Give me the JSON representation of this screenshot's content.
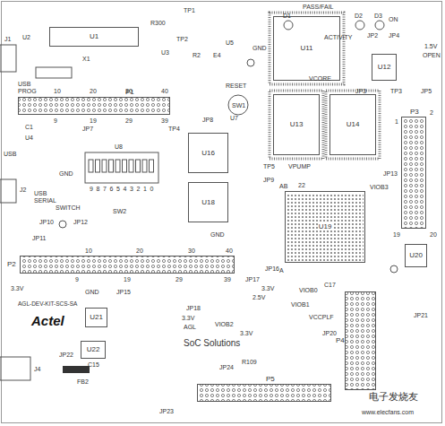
{
  "diagram": {
    "nodes": [
      {
        "text": [
          "U1"
        ]
      },
      {
        "text": [
          "U11"
        ]
      },
      {
        "text": [
          "U13"
        ]
      },
      {
        "text": [
          "U14"
        ]
      },
      {
        "text": [
          "U16"
        ]
      },
      {
        "text": [
          "U18"
        ]
      },
      {
        "text": [
          "U19"
        ]
      },
      {
        "text": [
          "U12"
        ]
      },
      {
        "text": [
          "U20"
        ]
      },
      {
        "text": [
          "U21"
        ]
      },
      {
        "text": [
          "U22"
        ]
      },
      {
        "text": [
          "P1"
        ]
      },
      {
        "text": [
          "P2"
        ]
      },
      {
        "text": [
          "P3"
        ]
      },
      {
        "text": [
          "P4"
        ]
      },
      {
        "text": [
          "P5"
        ]
      }
    ],
    "labels": [
      "J1",
      "U2",
      "R300",
      "TP1",
      "TP2",
      "U3",
      "R2",
      "E4",
      "U5",
      "GND",
      "USB PROG",
      "X1",
      "40",
      "30",
      "20",
      "10",
      "39",
      "29",
      "19",
      "9",
      "RESET",
      "SW1",
      "JP8",
      "U7",
      "JP7",
      "C1",
      "U4",
      "USB",
      "GND",
      "J2",
      "USB SERIAL",
      "SWITCH",
      "U8",
      "9",
      "8",
      "7",
      "6",
      "5",
      "4",
      "3",
      "2",
      "1",
      "0",
      "SW2",
      "JP10",
      "JP12",
      "JP11",
      "TP4",
      "TP5",
      "VPUMP",
      "JP9",
      "22",
      "AB",
      "JP13",
      "VIOB3",
      "GND",
      "A",
      "PASS/FAIL",
      "D1",
      "ACTIVITY",
      "D2",
      "D3",
      "ON",
      "JP2",
      "JP4",
      "1.5V",
      "OPEN",
      "VCORE",
      "JP3",
      "TP3",
      "JP5",
      "1",
      "2",
      "19",
      "20",
      "10",
      "20",
      "30",
      "40",
      "9",
      "19",
      "29",
      "39",
      "3.3V",
      "GND",
      "JP15",
      "AGL-DEV-KIT-SCS-SA",
      "Actel",
      "SoC Solutions",
      "JP16",
      "JP17",
      "3.3V",
      "2.5V",
      "VIOB0",
      "VIOB1",
      "JP18",
      "3.3V",
      "AGL",
      "VIOB2",
      "3.3V",
      "VCCPLF",
      "C17",
      "JP20",
      "JP21",
      "J4",
      "JP22",
      "C15",
      "FB2",
      "JP24",
      "JP23",
      "R109",
      "电子发烧友",
      "www.elecfans.com"
    ]
  }
}
